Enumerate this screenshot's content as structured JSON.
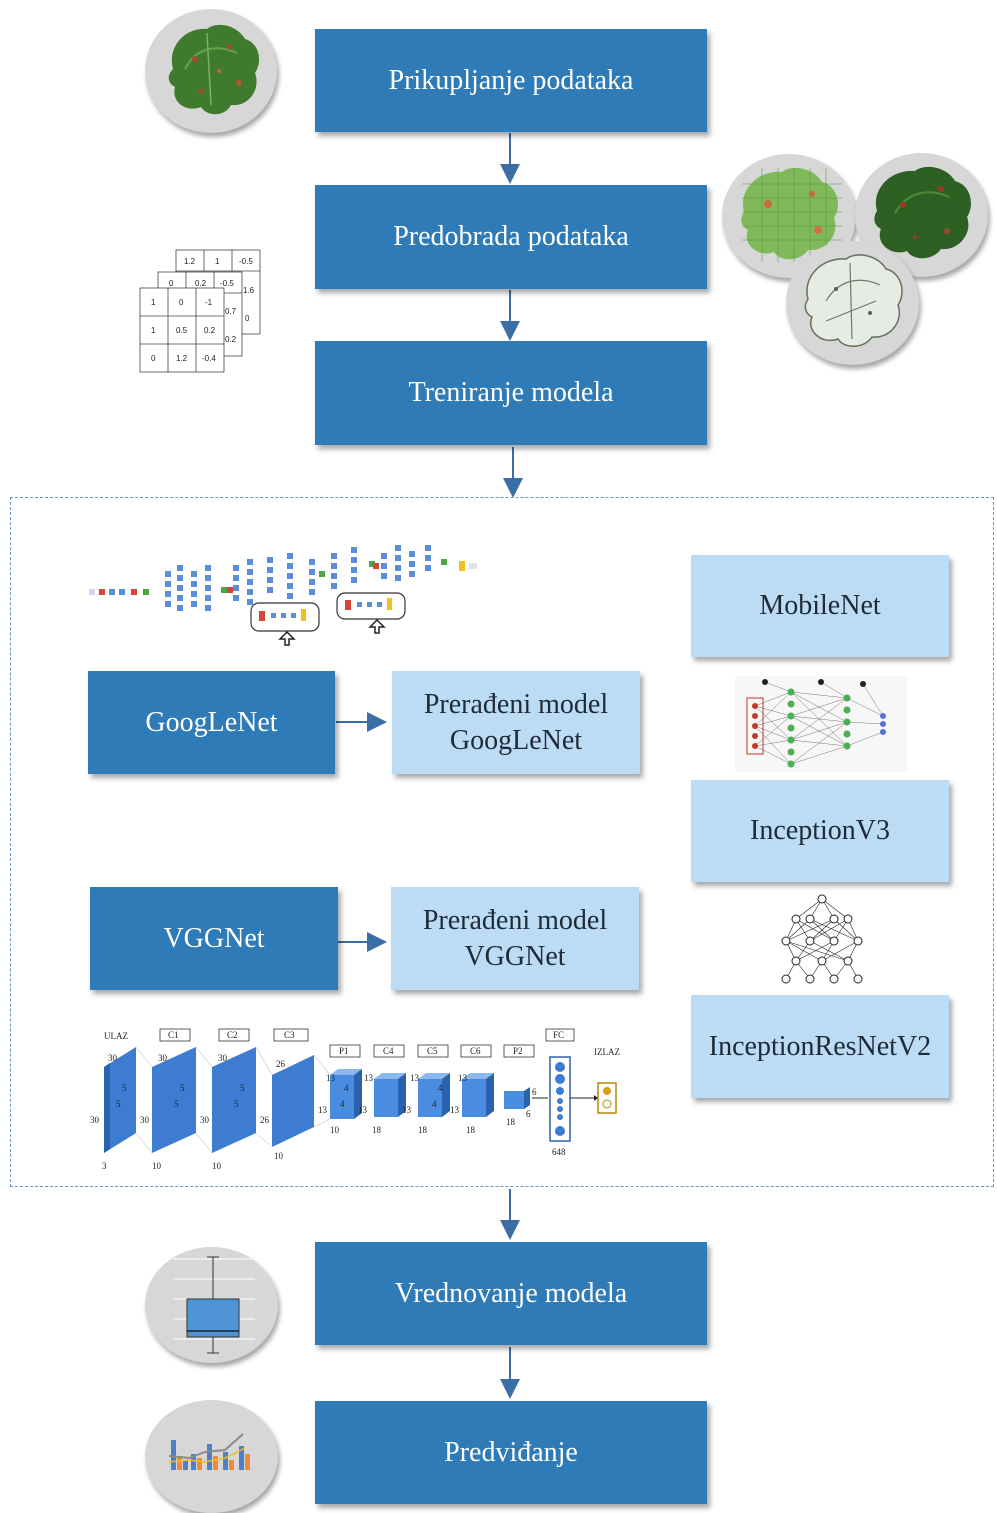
{
  "steps": {
    "collection": "Prikupljanje podataka",
    "preprocessing": "Predobrada podataka",
    "training": "Treniranje modela",
    "evaluation": "Vrednovanje modela",
    "prediction": "Predviđanje"
  },
  "models": {
    "googlenet": "GoogLeNet",
    "googlenet_modified_line1": "Prerađeni model",
    "googlenet_modified_line2": "GoogLeNet",
    "vggnet": "VGGNet",
    "vggnet_modified_line1": "Prerađeni model",
    "vggnet_modified_line2": "VGGNet",
    "mobilenet": "MobileNet",
    "inceptionv3": "InceptionV3",
    "inceptionresnetv2": "InceptionResNetV2"
  },
  "matrix": {
    "back": [
      "1.2",
      "1",
      "-0.5",
      "1.6",
      "0"
    ],
    "mid": [
      "0",
      "0.2",
      "-0.5",
      "0.7",
      "0.2"
    ],
    "front": [
      [
        "1",
        "0",
        "-1"
      ],
      [
        "1",
        "0.5",
        "0.2"
      ],
      [
        "0",
        "1.2",
        "-0.4"
      ]
    ]
  },
  "cnn": {
    "layer_labels": [
      "ULAZ",
      "C1",
      "C2",
      "C3",
      "P1",
      "C4",
      "C5",
      "C6",
      "P2",
      "FC",
      "IZLAZ"
    ],
    "dims": [
      "30",
      "30",
      "5",
      "5",
      "3",
      "30",
      "30",
      "5",
      "5",
      "10",
      "30",
      "30",
      "5",
      "5",
      "10",
      "26",
      "26",
      "10",
      "13",
      "13",
      "4",
      "4",
      "10",
      "13",
      "13",
      "18",
      "13",
      "13",
      "4",
      "4",
      "18",
      "13",
      "13",
      "18",
      "6",
      "6",
      "18",
      "648"
    ]
  },
  "colors": {
    "primary": "#2e7bb7",
    "light": "#bcdcf5",
    "arrow": "#3a6ea5",
    "dashed_border": "#6e94bf"
  }
}
